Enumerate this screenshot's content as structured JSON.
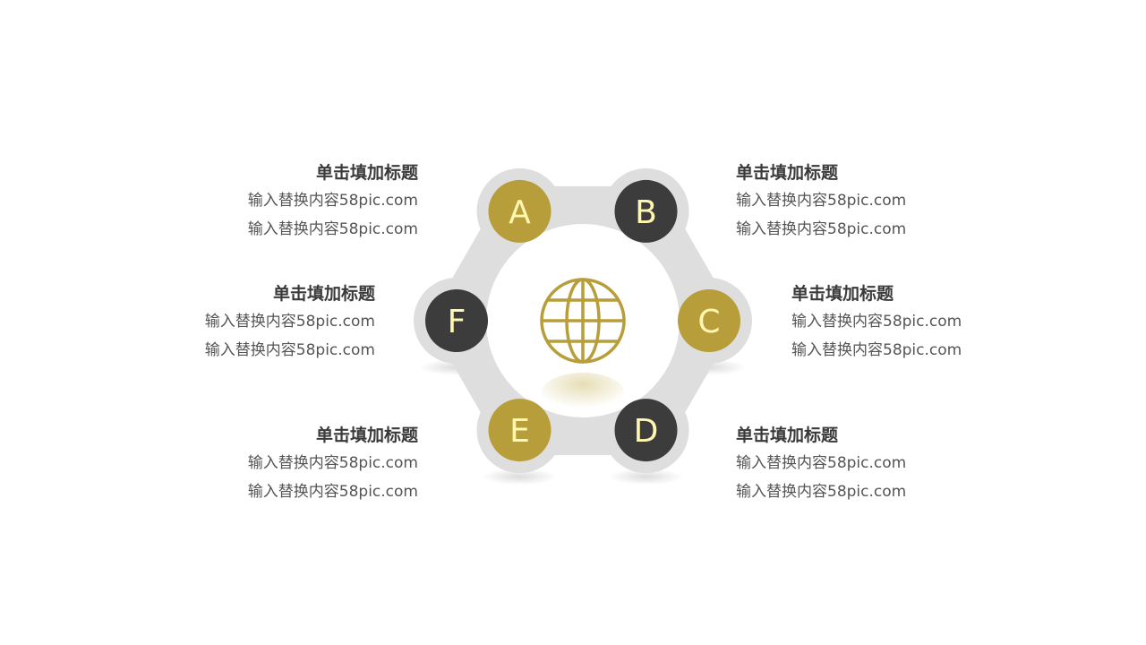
{
  "colors": {
    "gold": "#B89E3A",
    "dark": "#3C3C3C",
    "ring": "#DEDEDE",
    "letter": "#FFF6B0",
    "title_text": "#3A3A3A",
    "body_text": "#555555"
  },
  "center": {
    "icon": "globe-icon"
  },
  "nodes": [
    {
      "id": "A",
      "letter": "A",
      "color": "gold"
    },
    {
      "id": "B",
      "letter": "B",
      "color": "dark"
    },
    {
      "id": "C",
      "letter": "C",
      "color": "gold"
    },
    {
      "id": "D",
      "letter": "D",
      "color": "dark"
    },
    {
      "id": "E",
      "letter": "E",
      "color": "gold"
    },
    {
      "id": "F",
      "letter": "F",
      "color": "dark"
    }
  ],
  "blocks": {
    "a": {
      "title": "单击填加标题",
      "line1": "输入替换内容58pic.com",
      "line2": "输入替换内容58pic.com"
    },
    "b": {
      "title": "单击填加标题",
      "line1": "输入替换内容58pic.com",
      "line2": "输入替换内容58pic.com"
    },
    "c": {
      "title": "单击填加标题",
      "line1": "输入替换内容58pic.com",
      "line2": "输入替换内容58pic.com"
    },
    "d": {
      "title": "单击填加标题",
      "line1": "输入替换内容58pic.com",
      "line2": "输入替换内容58pic.com"
    },
    "e": {
      "title": "单击填加标题",
      "line1": "输入替换内容58pic.com",
      "line2": "输入替换内容58pic.com"
    },
    "f": {
      "title": "单击填加标题",
      "line1": "输入替换内容58pic.com",
      "line2": "输入替换内容58pic.com"
    }
  }
}
